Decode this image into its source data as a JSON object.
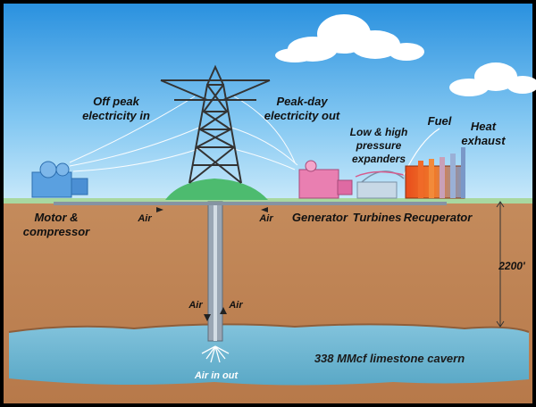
{
  "labels": {
    "off_peak_line1": "Off peak",
    "off_peak_line2": "electricity in",
    "peak_day_line1": "Peak-day",
    "peak_day_line2": "electricity out",
    "fuel": "Fuel",
    "heat_line1": "Heat",
    "heat_line2": "exhaust",
    "expanders_line1": "Low & high",
    "expanders_line2": "pressure",
    "expanders_line3": "expanders",
    "motor_line1": "Motor &",
    "motor_line2": "compressor",
    "air_left": "Air",
    "air_right": "Air",
    "generator": "Generator",
    "turbines": "Turbines",
    "recuperator": "Recuperator",
    "depth": "2200'",
    "air_down_left": "Air",
    "air_down_right": "Air",
    "cavern": "338 MMcf limestone cavern",
    "air_in_out": "Air in out"
  },
  "colors": {
    "sky_top": "#2f97e2",
    "sky_bottom": "#bfe4f9",
    "ground": "#c2895c",
    "cavern": "#6fb7d2",
    "grass": "#4dbb6f"
  }
}
